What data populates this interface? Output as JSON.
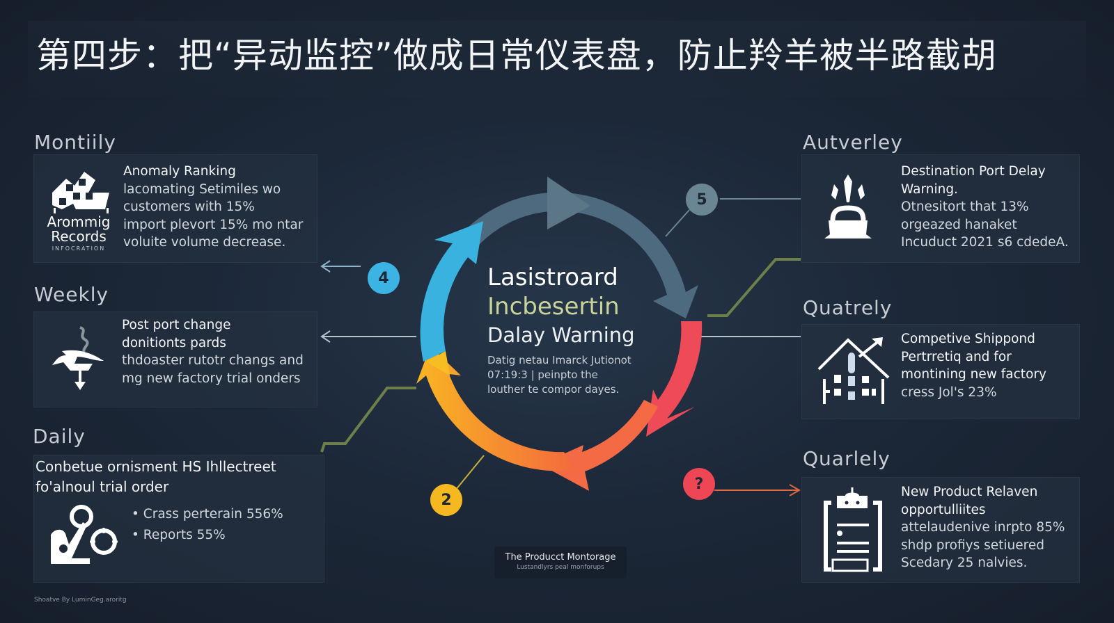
{
  "header": {
    "title": "第四步：把“异动监控”做成日常仪表盘，防止羚羊被半路截胡"
  },
  "left_sections": [
    {
      "label": "Montiily",
      "logo": {
        "line1": "Arommig",
        "line2": "Records",
        "line3": "INFOCRATION"
      },
      "icon": "checkered-flag-icon",
      "headline": "Anomaly Ranking",
      "lines": [
        "lacomating Setimiles wo",
        "customers with 15%",
        "import plevort 15% mo ntar",
        "voluite volume decrease."
      ]
    },
    {
      "label": "Weekly",
      "icon": "port-change-icon",
      "headline_lines": [
        "Post port change",
        "donitionts pards"
      ],
      "lines": [
        "thdoaster rutotr changs and",
        "mg new factory trial onders"
      ]
    },
    {
      "label": "Daily",
      "icon": "target-hand-icon",
      "headline_lines": [
        "Conbetue ornisment HS Ihllectreet",
        "fo'alnoul trial order"
      ],
      "bullets": [
        "Crass perterain 556%",
        "Reports 55%"
      ]
    }
  ],
  "right_sections": [
    {
      "label": "Autverley",
      "icon": "ship-cargo-icon",
      "headline_lines": [
        "Destination Port Delay",
        "Warning."
      ],
      "lines": [
        "Otnesitort that 13%",
        "orgeazed hanaket",
        "Incuduct 2021 s6 cdedeA."
      ]
    },
    {
      "label": "Quatrely",
      "icon": "building-growth-icon",
      "headline_lines": [
        "Competive Shippond",
        "Pertrretiq and for",
        "montining new factory",
        "cress Jol's 23%"
      ]
    },
    {
      "label": "Quarlely",
      "icon": "clipboard-icon",
      "headline_lines": [
        "New Product Relaven",
        "opportulliites"
      ],
      "lines": [
        "attelaudenive inrpto 85%",
        "shdp profiys setiuered",
        "Scedary 25 nalvies."
      ]
    }
  ],
  "cycle": {
    "center": {
      "line1": "Lasistroard",
      "line2": "Incbesertin",
      "line3": "Dalay Warning",
      "desc": [
        "Datig netau Imarck Jutionot",
        "07:19:3 | peinpto the",
        "louther te compor dayes."
      ]
    },
    "segments": [
      {
        "name": "top",
        "color": "#4f6b7f"
      },
      {
        "name": "right",
        "color": "#ef4b56"
      },
      {
        "name": "bottom",
        "color": "#f59a2c"
      },
      {
        "name": "left-bottom",
        "color": "#f6bf22"
      },
      {
        "name": "left",
        "color": "#3cb4e0"
      }
    ],
    "badges": [
      {
        "label": "5",
        "color": "#6a8593"
      },
      {
        "label": "4",
        "color": "#3bb3e3"
      },
      {
        "label": "2",
        "color": "#f5b820"
      },
      {
        "label": "?",
        "color": "#ef4656"
      }
    ]
  },
  "footer": {
    "title": "The Producct Montorage",
    "subtitle": "Lustandlyrs peal monforups"
  },
  "credit": "Shoatve By LuminGeg.aroritg"
}
